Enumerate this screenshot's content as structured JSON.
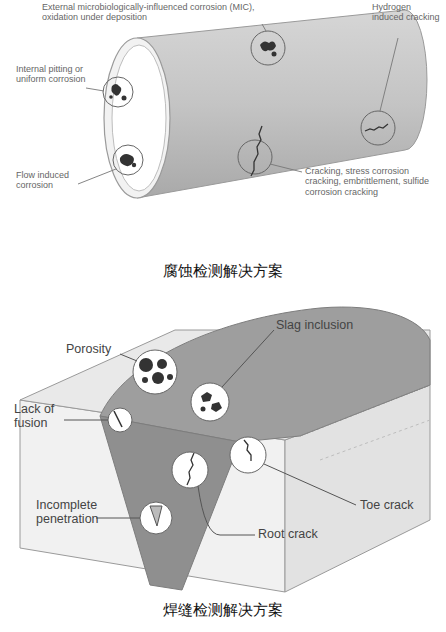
{
  "diagram": {
    "labels": [
      "External microbiologically-influenced corrosion (MIC), oxidation under deposition",
      "Hydrogen induced cracking",
      "Internal pitting or uniform corrosion",
      "Flow induced corrosion",
      "Cracking, stress corrosion cracking, embrittlement, sulfide corrosion cracking",
      "腐蚀检测解决方案",
      "Porosity",
      "Slag inclusion",
      "Lack of fusion",
      "Incomplete penetration",
      "Toe crack",
      "Root crack",
      "焊缝检测解决方案"
    ]
  }
}
